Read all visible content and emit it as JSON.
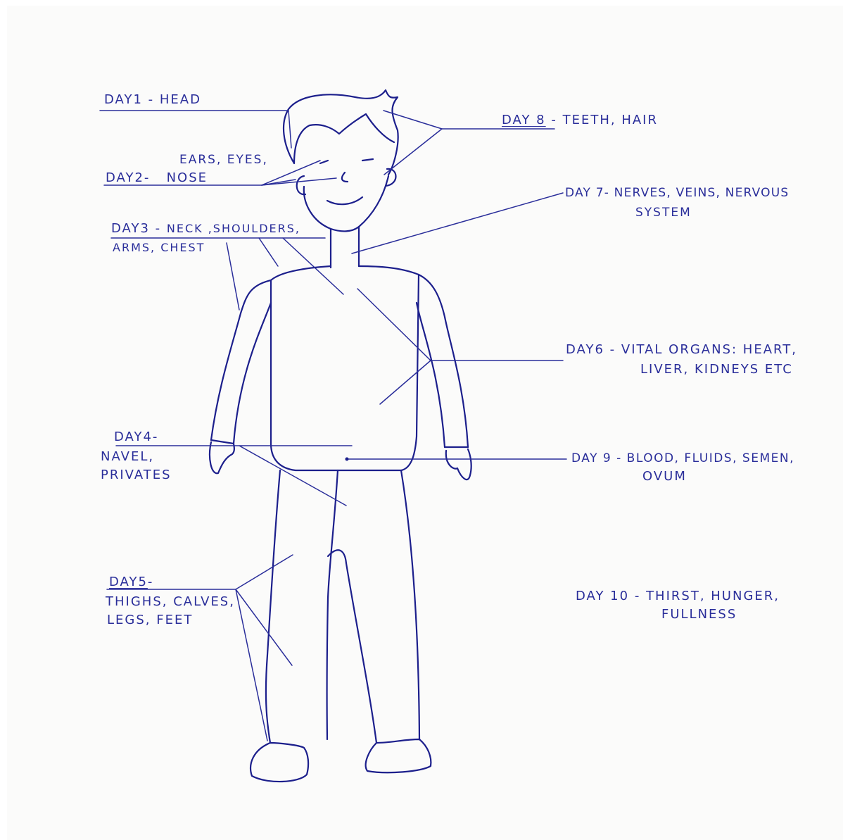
{
  "labels": {
    "day1": {
      "day": "DAY1",
      "sep": "-",
      "text": "HEAD"
    },
    "day2": {
      "day": "DAY2",
      "sep": "-",
      "line1": "EARS, EYES,",
      "line2": "NOSE"
    },
    "day3": {
      "day": "DAY3",
      "sep": "-",
      "line1": "NECK ,SHOULDERS,",
      "line2": "ARMS, CHEST"
    },
    "day4": {
      "day": "DAY4",
      "sep": "-",
      "line1": "NAVEL,",
      "line2": "PRIVATES"
    },
    "day5": {
      "day": "DAY5",
      "sep": "-",
      "line1": "THIGHS, CALVES,",
      "line2": "LEGS, FEET"
    },
    "day6": {
      "day": "DAY6",
      "sep": "-",
      "line1": "VITAL ORGANS: HEART,",
      "line2": "LIVER, KIDNEYS ETC"
    },
    "day7": {
      "day": "DAY 7",
      "sep": "-",
      "line1": "NERVES, VEINS, NERVOUS",
      "line2": "SYSTEM"
    },
    "day8": {
      "day": "DAY 8",
      "sep": "-",
      "text": "TEETH, HAIR"
    },
    "day9": {
      "day": "DAY 9",
      "sep": "-",
      "line1": "BLOOD, FLUIDS, SEMEN,",
      "line2": "OVUM"
    },
    "day10": {
      "day": "DAY 10",
      "sep": "-",
      "line1": "THIRST, HUNGER,",
      "line2": "FULLNESS"
    }
  },
  "colors": {
    "ink": "#1c1f8c",
    "paper": "#fbfbfa"
  }
}
